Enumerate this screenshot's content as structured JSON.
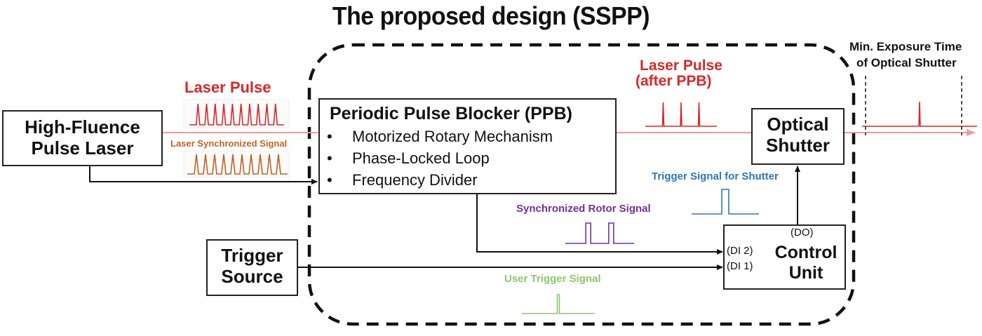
{
  "title": "The proposed design (SSPP)",
  "colors": {
    "laser": "#d92727",
    "laser_line": "#f09a9a",
    "sync": "#c2621e",
    "rotor": "#7030a0",
    "trigger_shutter": "#2e75b6",
    "user_trigger": "#8cc66a",
    "stroke": "#111111"
  },
  "blocks": {
    "laser_source": "High-Fluence\nPulse Laser",
    "laser_source_line1": "High-Fluence",
    "laser_source_line2": "Pulse Laser",
    "trigger_source_line1": "Trigger",
    "trigger_source_line2": "Source",
    "ppb": {
      "title": "Periodic Pulse Blocker (PPB)",
      "bullet": "•",
      "items": [
        "Motorized Rotary Mechanism",
        "Phase-Locked Loop",
        "Frequency Divider"
      ]
    },
    "optical_shutter_line1": "Optical",
    "optical_shutter_line2": "Shutter",
    "control_unit_line1": "Control",
    "control_unit_line2": "Unit",
    "ports": {
      "do": "(DO)",
      "di2": "(DI 2)",
      "di1": "(DI 1)"
    }
  },
  "signals": {
    "laser_pulse": "Laser Pulse",
    "laser_pulse_after_line1": "Laser Pulse",
    "laser_pulse_after_line2": "(after PPB)",
    "laser_sync": "Laser Synchronized Signal",
    "rotor": "Synchronized Rotor Signal",
    "trigger_shutter": "Trigger Signal for Shutter",
    "user_trigger": "User Trigger Signal",
    "exposure_line1": "Min. Exposure Time",
    "exposure_line2": "of Optical Shutter"
  },
  "waveforms": {
    "laser_pulse_count": 10,
    "laser_sync_count": 10,
    "after_ppb_count": 3,
    "rotor_count": 2,
    "trigger_shutter_count": 1,
    "user_trigger_count": 1,
    "output_count": 1
  }
}
